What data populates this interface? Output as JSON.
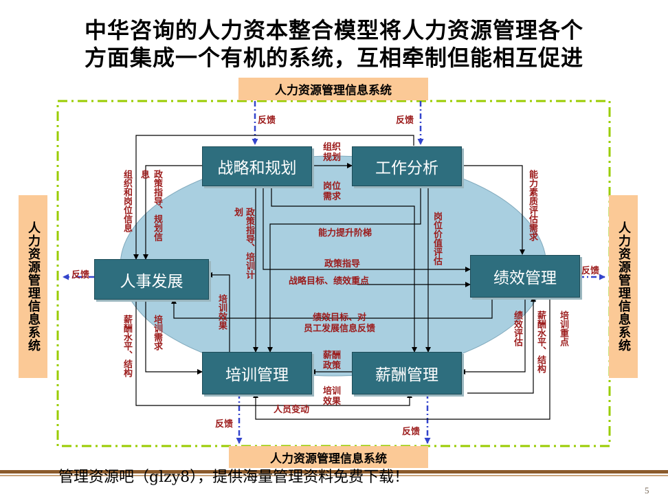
{
  "title_line1": "中华咨询的人力资本整合模型将人力资源管理各个",
  "title_line2": "方面集成一个有机的系统，互相牵制但能相互促进",
  "info_system": {
    "top": "人力资源管理信息系统",
    "bottom": "人力资源管理信息系统",
    "left": "人力资源管理信息系统",
    "right": "人力资源管理信息系统"
  },
  "boxes": {
    "strategy": "战略和规划",
    "job_analysis": "工作分析",
    "personnel": "人事发展",
    "performance": "绩效管理",
    "training": "培训管理",
    "compensation": "薪酬管理"
  },
  "labels": {
    "feedback": "反馈",
    "org_planning": "组织\n规划",
    "post_demand": "岗位\n需求",
    "org_post_info": "组织和岗位信息",
    "info_char": "息",
    "policy_guide_plan_info": "政策指导、规划信",
    "plan_char": "划",
    "policy_guide_training_plan": "政策指导、培训计",
    "ability_ladder": "能力提升阶梯",
    "policy_guide": "政策指导",
    "strategy_goals": "战略目标、绩效重点",
    "post_value_eval": "岗位价值评估",
    "competency_eval_demand": "能力素质评估需求",
    "training_effect_v": "培训效果",
    "training_demand": "培训需求",
    "pay_level_structure_left": "薪酬水平、结构",
    "perf_goals_line1": "绩效目标、对",
    "perf_goals_line2": "员工发展信息反馈",
    "perf_eval": "绩效评估",
    "pay_level_structure_right": "薪酬水平、结构",
    "training_focus": "培训重点",
    "pay_policy": "薪酬\n政策",
    "training_effect_h": "培训\n效果",
    "staff_change": "人员变动"
  },
  "colors": {
    "box_fill": "#2e6e7e",
    "ellipse_fill": "#a9cfe0",
    "dashed_border": "#99cc00",
    "label_red": "#9b1a1a",
    "feedback_arrow": "#3344cc",
    "info_bar": "#fbc996",
    "footer_line": "#8b5a2b"
  },
  "footer": "管理资源吧（glzy8），提供海量管理资料免费下载！",
  "page_number": "5"
}
